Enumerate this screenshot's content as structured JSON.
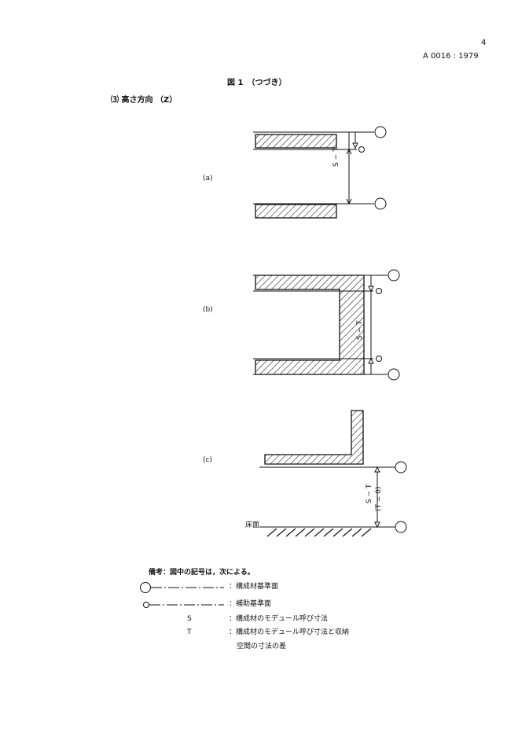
{
  "header": {
    "page_number": "4",
    "standard_code": "A 0016 : 1979"
  },
  "figure": {
    "title": "図 1　（つづき）",
    "section": "⑶  高さ方向 （Z）",
    "labels": {
      "a": "(a)",
      "b": "(b)",
      "c": "(c)"
    },
    "dimension_text": "S − T",
    "dimension_sub": "(T = 0)",
    "floor_label": "床面"
  },
  "remarks": {
    "heading": "備考：図中の記号は，次による。",
    "items": [
      {
        "symbol": "large-circle-line",
        "text": "：構成材基準面"
      },
      {
        "symbol": "small-circle-line",
        "text": "：補助基準面"
      },
      {
        "symbol": "S",
        "text": "：構成材のモデュール呼び寸法"
      },
      {
        "symbol": "T",
        "text": "：構成材のモデュール呼び寸法と収納"
      }
    ],
    "continuation": "空間の寸法の差"
  },
  "colors": {
    "ink": "#111111",
    "paper": "#ffffff"
  }
}
